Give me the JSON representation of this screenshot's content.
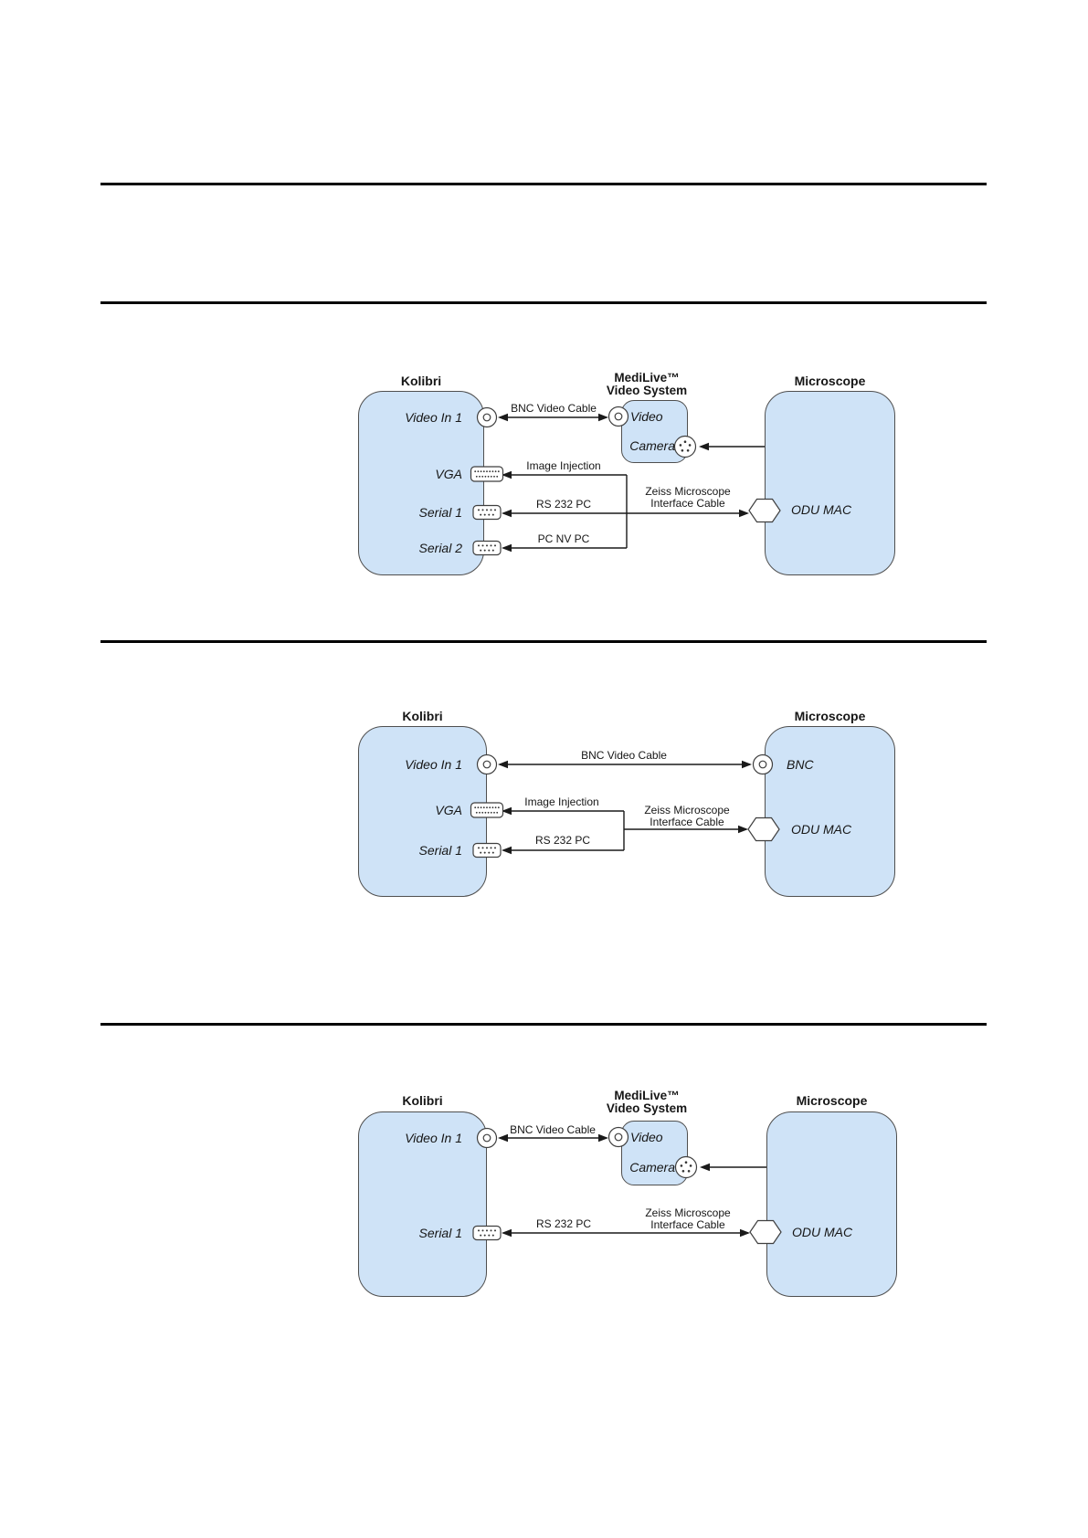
{
  "colors": {
    "device_fill": "#cfe3f7",
    "device_border": "#4f4f4f",
    "wire": "#1a1a1a",
    "divider": "#000000"
  },
  "diagrams": [
    {
      "id": "kolibri-medilive-microscope-full",
      "kolibri": {
        "title": "Kolibri",
        "ports": [
          {
            "label": "Video In 1",
            "connector": "bnc"
          },
          {
            "label": "VGA",
            "connector": "vga"
          },
          {
            "label": "Serial 1",
            "connector": "serial"
          },
          {
            "label": "Serial 2",
            "connector": "serial"
          }
        ]
      },
      "medilive": {
        "title": [
          "MediLive™",
          "Video System"
        ],
        "ports": [
          {
            "label": "Video",
            "connector": "bnc"
          },
          {
            "label": "Camera",
            "connector": "din"
          }
        ]
      },
      "microscope": {
        "title": "Microscope",
        "ports": [
          {
            "label": "ODU MAC",
            "connector": "hex"
          }
        ]
      },
      "cables": {
        "bnc": "BNC Video Cable",
        "image_injection": "Image Injection",
        "rs232": "RS 232 PC",
        "pc_nv": "PC NV PC",
        "zeiss": [
          "Zeiss Microscope",
          "Interface Cable"
        ]
      }
    },
    {
      "id": "kolibri-microscope-direct",
      "kolibri": {
        "title": "Kolibri",
        "ports": [
          {
            "label": "Video In 1",
            "connector": "bnc"
          },
          {
            "label": "VGA",
            "connector": "vga"
          },
          {
            "label": "Serial 1",
            "connector": "serial"
          }
        ]
      },
      "microscope": {
        "title": "Microscope",
        "ports": [
          {
            "label": "BNC",
            "connector": "bnc"
          },
          {
            "label": "ODU MAC",
            "connector": "hex"
          }
        ]
      },
      "cables": {
        "bnc": "BNC Video Cable",
        "image_injection": "Image Injection",
        "rs232": "RS 232 PC",
        "zeiss": [
          "Zeiss Microscope",
          "Interface Cable"
        ]
      }
    },
    {
      "id": "kolibri-medilive-microscope-simple",
      "kolibri": {
        "title": "Kolibri",
        "ports": [
          {
            "label": "Video In 1",
            "connector": "bnc"
          },
          {
            "label": "Serial 1",
            "connector": "serial"
          }
        ]
      },
      "medilive": {
        "title": [
          "MediLive™",
          "Video System"
        ],
        "ports": [
          {
            "label": "Video",
            "connector": "bnc"
          },
          {
            "label": "Camera",
            "connector": "din"
          }
        ]
      },
      "microscope": {
        "title": "Microscope",
        "ports": [
          {
            "label": "ODU MAC",
            "connector": "hex"
          }
        ]
      },
      "cables": {
        "bnc": "BNC Video Cable",
        "rs232": "RS 232 PC",
        "zeiss": [
          "Zeiss Microscope",
          "Interface Cable"
        ]
      }
    }
  ]
}
